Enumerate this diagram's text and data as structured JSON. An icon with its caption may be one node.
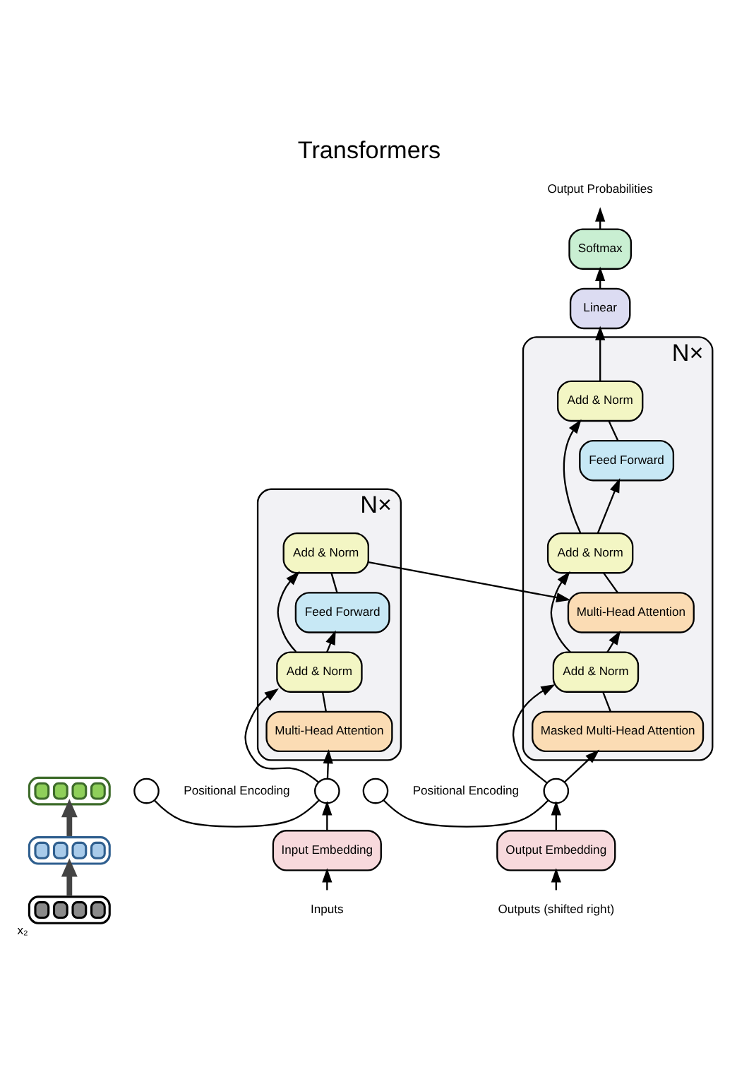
{
  "diagram": {
    "title": "Transformers",
    "nodes": [
      {
        "text": [],
        "shape": "bar"
      },
      {
        "text": [],
        "shape": "bar"
      },
      {
        "text": [],
        "shape": "bar",
        "beside": [
          "x₂"
        ]
      },
      {
        "text": [
          "Output Probabilities"
        ]
      },
      {
        "text": [
          "Softmax"
        ]
      },
      {
        "text": [
          "Linear"
        ]
      },
      {
        "text": [],
        "shape": "box",
        "beside": [
          "N×"
        ]
      },
      {
        "text": [
          "Add & Norm"
        ],
        "in": 6
      },
      {
        "text": [
          "Feed Forward"
        ],
        "in": 6
      },
      {
        "text": [
          "Add & Norm"
        ],
        "in": 6
      },
      {
        "text": [
          "Multi-Head Attention"
        ],
        "in": 6
      },
      {
        "text": [],
        "shape": "box",
        "beside": [
          "N×"
        ]
      },
      {
        "text": [
          "Add & Norm"
        ],
        "in": 11
      },
      {
        "text": [
          "Feed Forward"
        ],
        "in": 11
      },
      {
        "text": [
          "Add & Norm"
        ],
        "in": 11
      },
      {
        "text": [
          "Multi-Head Attention"
        ],
        "in": 11
      },
      {
        "text": [
          "Add & Norm"
        ],
        "in": 11
      },
      {
        "text": [
          "Masked Multi-Head Attention"
        ],
        "in": 11
      },
      {
        "text": [],
        "shape": "circle"
      },
      {
        "text": [],
        "shape": "circle",
        "beside": [
          "Positional Encoding"
        ]
      },
      {
        "text": [],
        "shape": "circle"
      },
      {
        "text": [],
        "shape": "circle",
        "beside": [
          "Positional Encoding"
        ]
      },
      {
        "text": [
          "Input Embedding"
        ]
      },
      {
        "text": [
          "Output Embedding"
        ]
      },
      {
        "text": [
          "Inputs"
        ]
      },
      {
        "text": [
          "Outputs (shifted right)"
        ]
      }
    ],
    "edges": [
      {
        "from": 2,
        "to": 1,
        "arrow": "to",
        "style": "thick"
      },
      {
        "from": 1,
        "to": 0,
        "arrow": "to",
        "style": "thick"
      },
      {
        "from": 24,
        "to": 22,
        "arrow": "to"
      },
      {
        "from": 22,
        "to": 18,
        "arrow": "to"
      },
      {
        "from": 19,
        "to": 18,
        "arrow": "none"
      },
      {
        "from": 18,
        "to": 10,
        "arrow": "to"
      },
      {
        "from": 18,
        "to": 9,
        "arrow": "to"
      },
      {
        "from": 10,
        "to": 9,
        "arrow": "none"
      },
      {
        "from": 9,
        "to": 8,
        "arrow": "to"
      },
      {
        "from": 9,
        "to": 7,
        "arrow": "to"
      },
      {
        "from": 8,
        "to": 7,
        "arrow": "none"
      },
      {
        "from": 7,
        "to": 15,
        "arrow": "to"
      },
      {
        "from": 25,
        "to": 23,
        "arrow": "to"
      },
      {
        "from": 23,
        "to": 20,
        "arrow": "to"
      },
      {
        "from": 21,
        "to": 20,
        "arrow": "none"
      },
      {
        "from": 20,
        "to": 17,
        "arrow": "to"
      },
      {
        "from": 20,
        "to": 16,
        "arrow": "to"
      },
      {
        "from": 17,
        "to": 16,
        "arrow": "none"
      },
      {
        "from": 16,
        "to": 15,
        "arrow": "to"
      },
      {
        "from": 16,
        "to": 14,
        "arrow": "to"
      },
      {
        "from": 15,
        "to": 14,
        "arrow": "none"
      },
      {
        "from": 14,
        "to": 13,
        "arrow": "to"
      },
      {
        "from": 14,
        "to": 12,
        "arrow": "to"
      },
      {
        "from": 13,
        "to": 12,
        "arrow": "none"
      },
      {
        "from": 12,
        "to": 5,
        "arrow": "to"
      },
      {
        "from": 5,
        "to": 4,
        "arrow": "to"
      },
      {
        "from": 4,
        "to": 3,
        "arrow": "to"
      }
    ]
  }
}
